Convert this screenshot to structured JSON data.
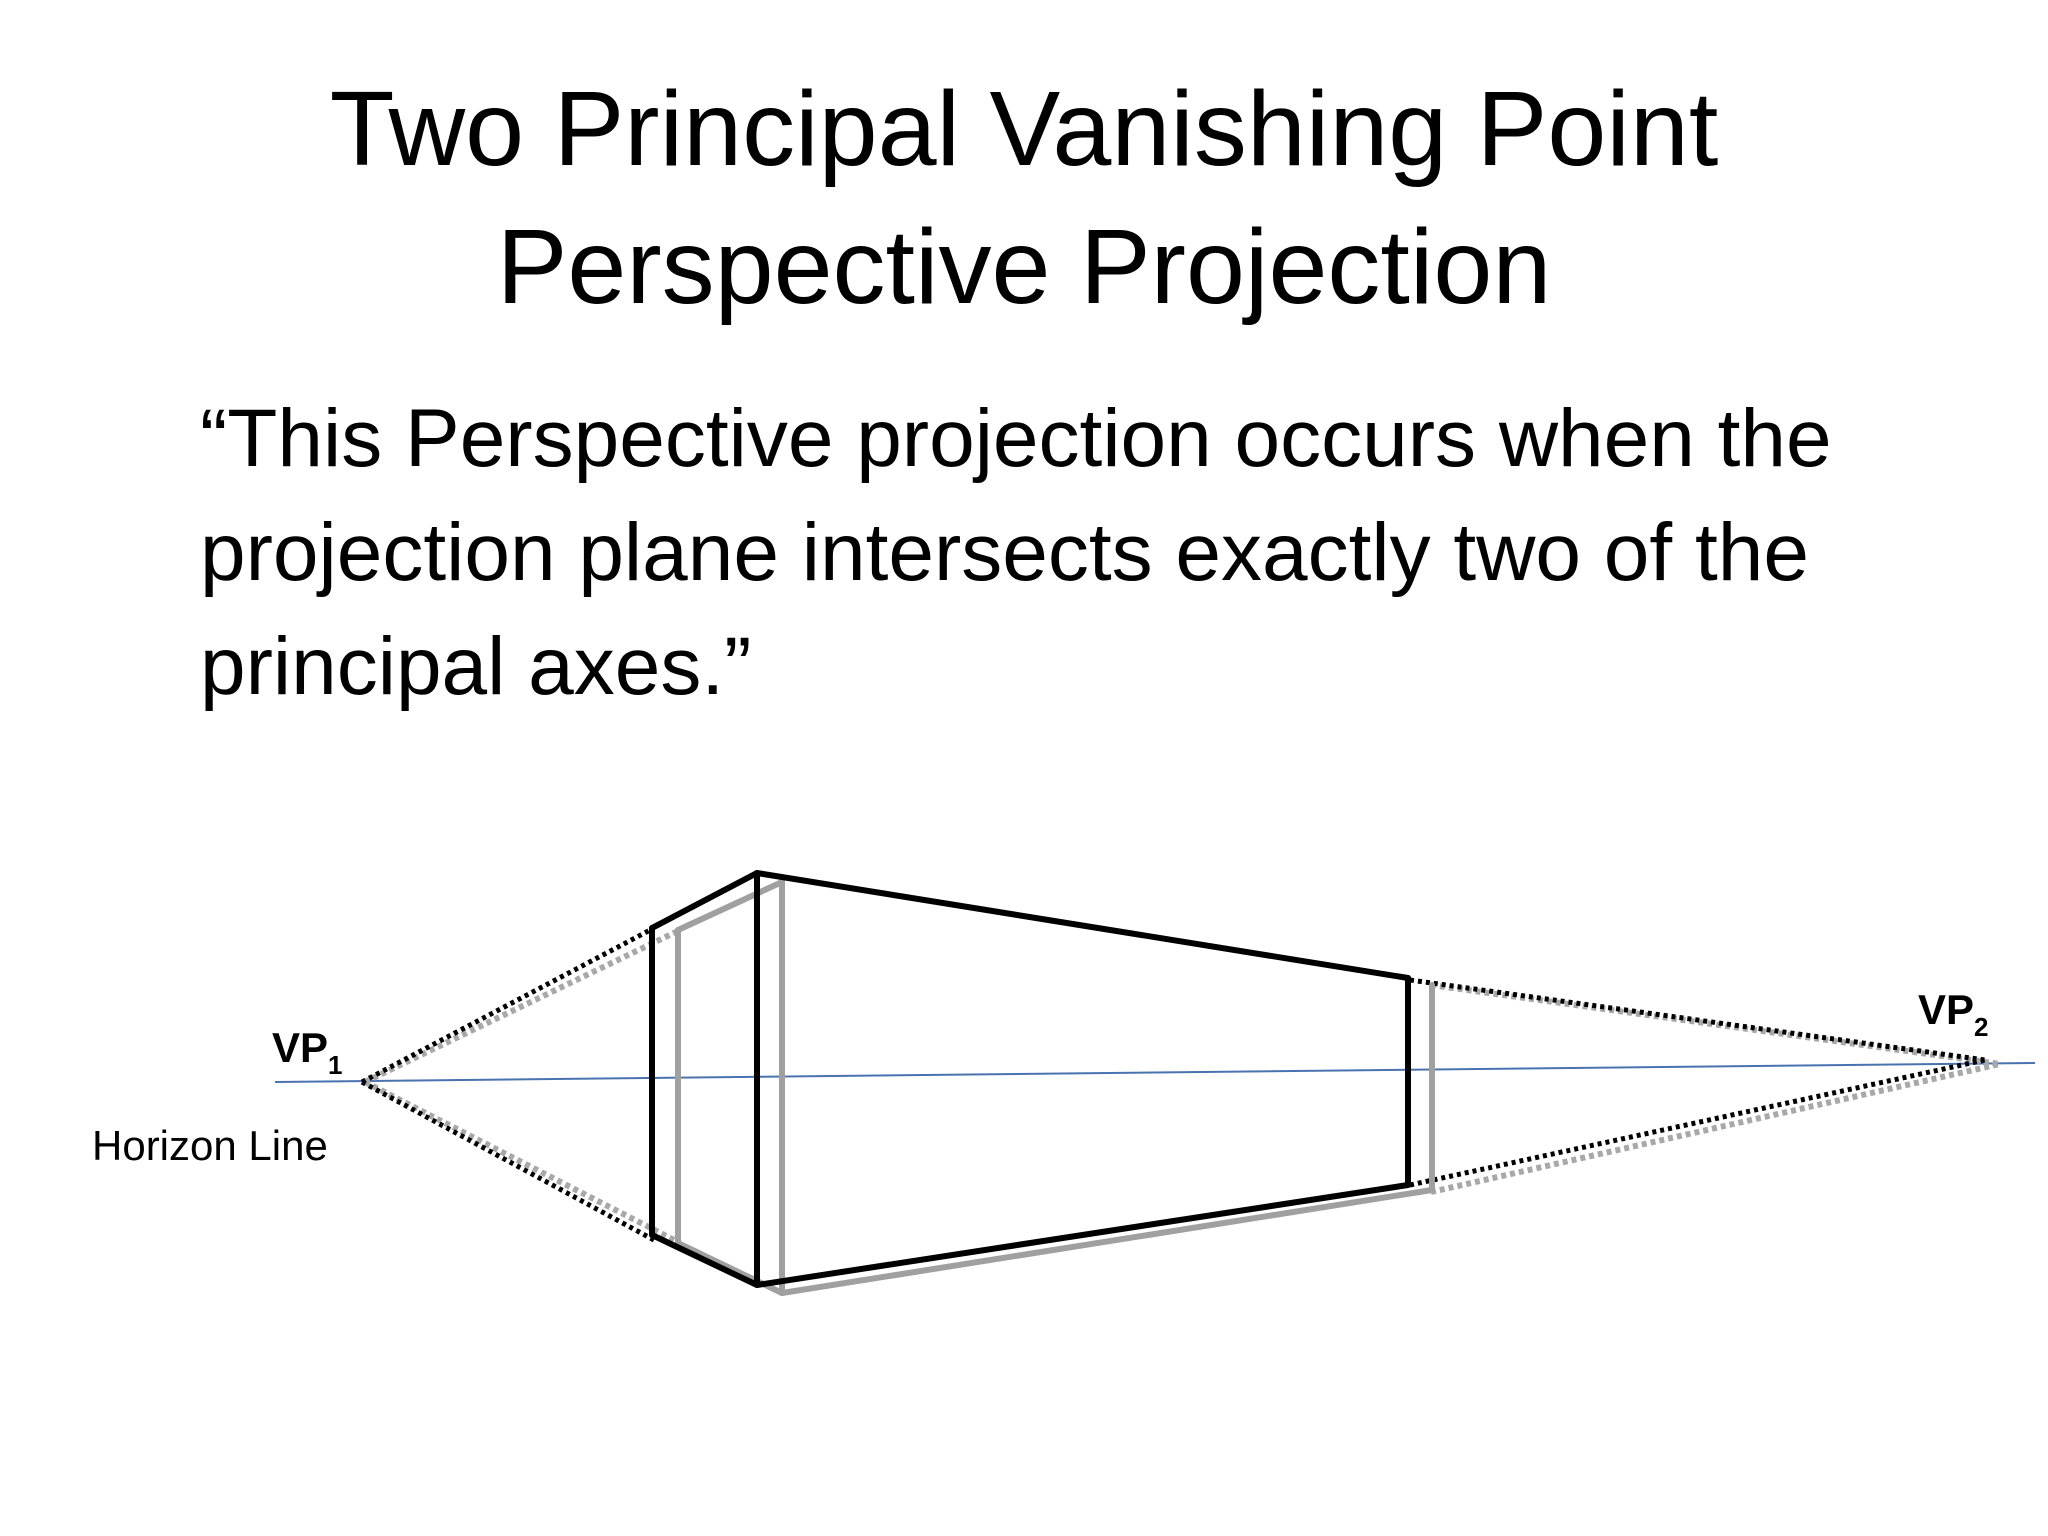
{
  "slide": {
    "title_line1": "Two Principal Vanishing Point",
    "title_line2": "Perspective Projection",
    "quote_text": "“This Perspective projection occurs when the projection plane intersects exactly two of the principal axes.”"
  },
  "diagram": {
    "vp1": {
      "label": "VP",
      "subscript": "1"
    },
    "vp2": {
      "label": "VP",
      "subscript": "2"
    },
    "horizon_label": "Horizon Line",
    "colors": {
      "horizon_line": "#4a72b0",
      "box_edge": "#000000",
      "shadow_edge": "#a0a0a0",
      "construction_dark": "#000000",
      "construction_light": "#a8a8a8"
    }
  }
}
